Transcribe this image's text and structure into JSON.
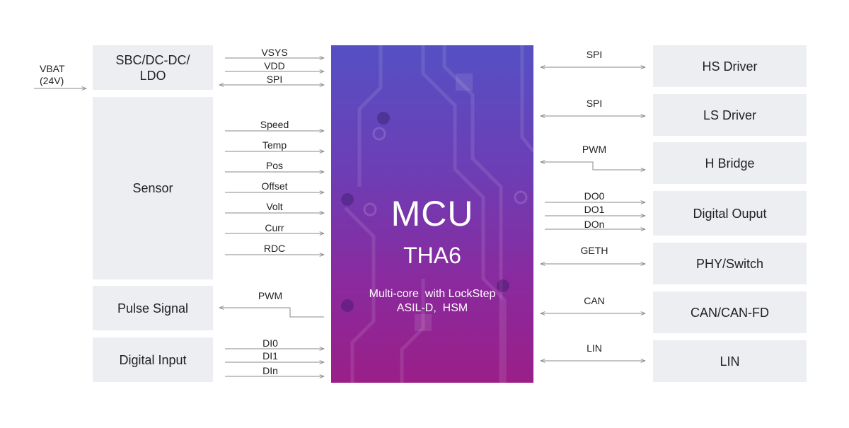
{
  "vbat": {
    "line1": "VBAT",
    "line2": "(24V)"
  },
  "mcu": {
    "title": "MCU",
    "model": "THA6",
    "desc_line1": "Multi-core  with LockStep",
    "desc_line2": "ASIL-D,  HSM"
  },
  "left_blocks": {
    "sbc": "SBC/DC-DC/\nLDO",
    "sensor": "Sensor",
    "pulse": "Pulse Signal",
    "digital_input": "Digital Input"
  },
  "left_signals": {
    "vsys": "VSYS",
    "vdd": "VDD",
    "spi": "SPI",
    "speed": "Speed",
    "temp": "Temp",
    "pos": "Pos",
    "offset": "Offset",
    "volt": "Volt",
    "curr": "Curr",
    "rdc": "RDC",
    "pwm": "PWM",
    "di0": "DI0",
    "di1": "DI1",
    "din": "DIn"
  },
  "right_blocks": {
    "hs_driver": "HS Driver",
    "ls_driver": "LS Driver",
    "h_bridge": "H Bridge",
    "digital_output": "Digital Ouput",
    "phy_switch": "PHY/Switch",
    "can": "CAN/CAN-FD",
    "lin": "LIN"
  },
  "right_signals": {
    "spi_hs": "SPI",
    "spi_ls": "SPI",
    "pwm": "PWM",
    "do0": "DO0",
    "do1": "DO1",
    "don": "DOn",
    "geth": "GETH",
    "can": "CAN",
    "lin": "LIN"
  },
  "colors": {
    "block_bg": "#eceef1",
    "wire": "#8a8a8a",
    "mcu_top": "#5550c4",
    "mcu_bottom": "#9a1f88"
  }
}
